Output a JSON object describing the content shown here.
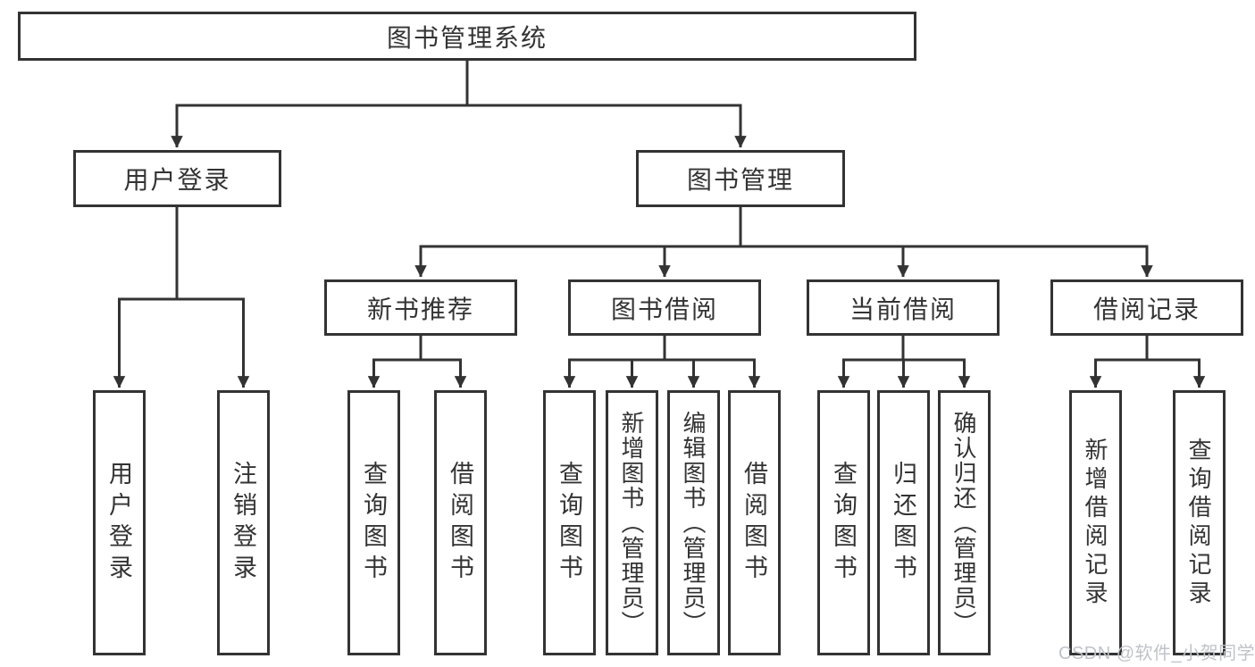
{
  "diagram": {
    "type": "hierarchy",
    "tree": {
      "label": "图书管理系统",
      "children": [
        {
          "label": "用户登录",
          "children": [
            {
              "label": "用户登录"
            },
            {
              "label": "注销登录"
            }
          ]
        },
        {
          "label": "图书管理",
          "children": [
            {
              "label": "新书推荐",
              "children": [
                {
                  "label": "查询图书"
                },
                {
                  "label": "借阅图书"
                }
              ]
            },
            {
              "label": "图书借阅",
              "children": [
                {
                  "label": "查询图书"
                },
                {
                  "label": "新增图书（管理员）"
                },
                {
                  "label": "编辑图书（管理员）"
                },
                {
                  "label": "借阅图书"
                }
              ]
            },
            {
              "label": "当前借阅",
              "children": [
                {
                  "label": "查询图书"
                },
                {
                  "label": "归还图书"
                },
                {
                  "label": "确认归还（管理员）"
                }
              ]
            },
            {
              "label": "借阅记录",
              "children": [
                {
                  "label": "新增借阅记录"
                },
                {
                  "label": "查询借阅记录"
                }
              ]
            }
          ]
        }
      ]
    },
    "colors": {
      "line": "#333333",
      "box_border": "#333333",
      "text": "#333333",
      "background": "#ffffff",
      "watermark": "#bfc3c9"
    }
  },
  "watermark": "CSDN @软件_小贺同学"
}
